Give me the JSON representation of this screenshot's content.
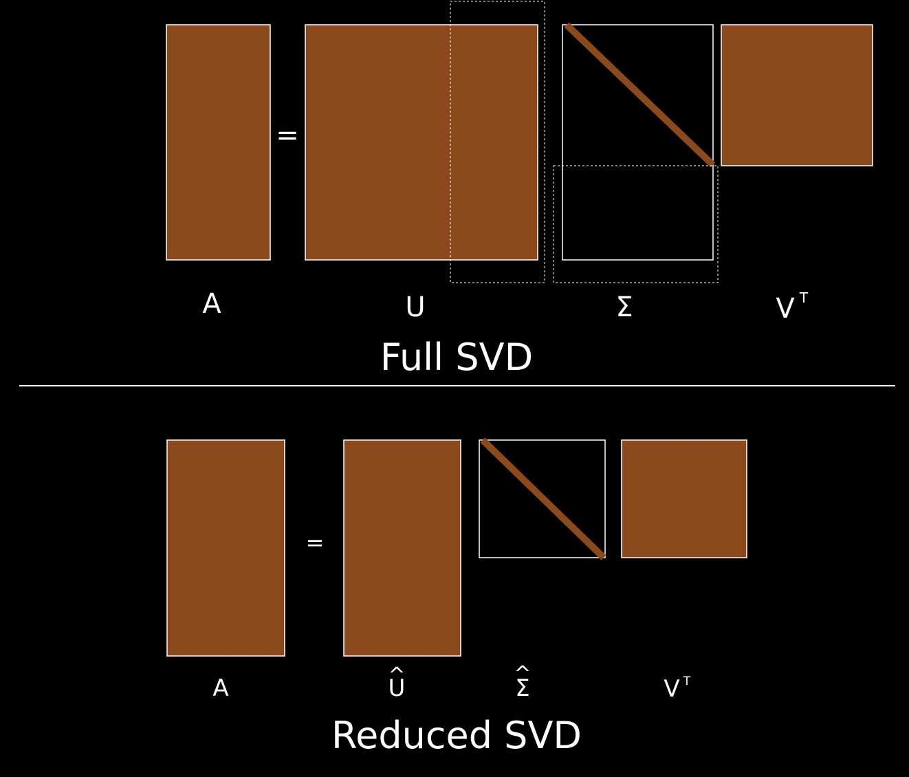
{
  "colors": {
    "background": "#000000",
    "matrix_fill": "#8B4A1C",
    "stroke": "#ffffff",
    "diagonal": "#8B4A1C"
  },
  "full_svd": {
    "caption": "Full SVD",
    "equals": "=",
    "labels": {
      "a": "A",
      "u": "U",
      "sigma": "Σ",
      "vt_base": "V",
      "vt_sup": "T"
    }
  },
  "reduced_svd": {
    "caption": "Reduced SVD",
    "equals": "=",
    "labels": {
      "a": "A",
      "u_hat_base": "U",
      "u_hat_mark": "^",
      "sigma_hat_base": "Σ",
      "sigma_hat_mark": "^",
      "vt_base": "V",
      "vt_sup": "T"
    }
  }
}
